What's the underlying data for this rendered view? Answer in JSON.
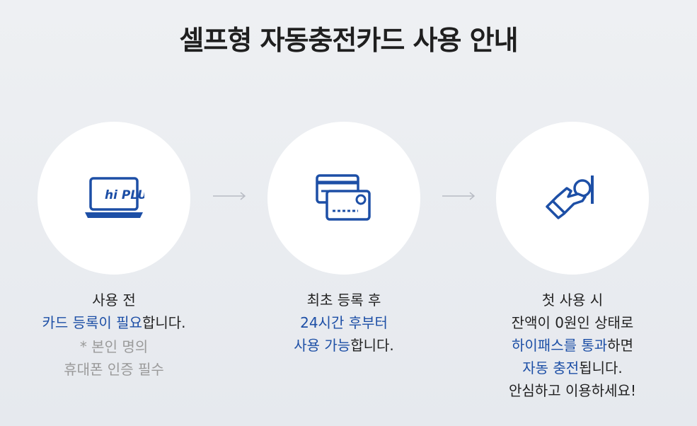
{
  "title": "셀프형 자동충전카드 사용 안내",
  "colors": {
    "accent": "#1d4fa6",
    "note": "#9a9a9a",
    "text": "#222222"
  },
  "steps": [
    {
      "icon": "laptop-hipass-icon",
      "laptop_logo": "hi PLUS",
      "line1": "사용 전",
      "line2_blue": "카드 등록이 필요",
      "line2_rest": "합니다.",
      "note1": "* 본인 명의",
      "note2": "휴대폰 인증 필수"
    },
    {
      "icon": "credit-cards-icon",
      "line1": "최초 등록 후",
      "line2_blue": "24시간 후부터",
      "line3_blue": "사용 가능",
      "line3_rest": "합니다."
    },
    {
      "icon": "hand-coin-icon",
      "line1": "첫 사용 시",
      "line2": "잔액이 0원인 상태로",
      "line3_blue": "하이패스를 통과",
      "line3_rest": "하면",
      "line4_blue": "자동 충전",
      "line4_rest": "됩니다.",
      "line5": "안심하고 이용하세요!"
    }
  ]
}
